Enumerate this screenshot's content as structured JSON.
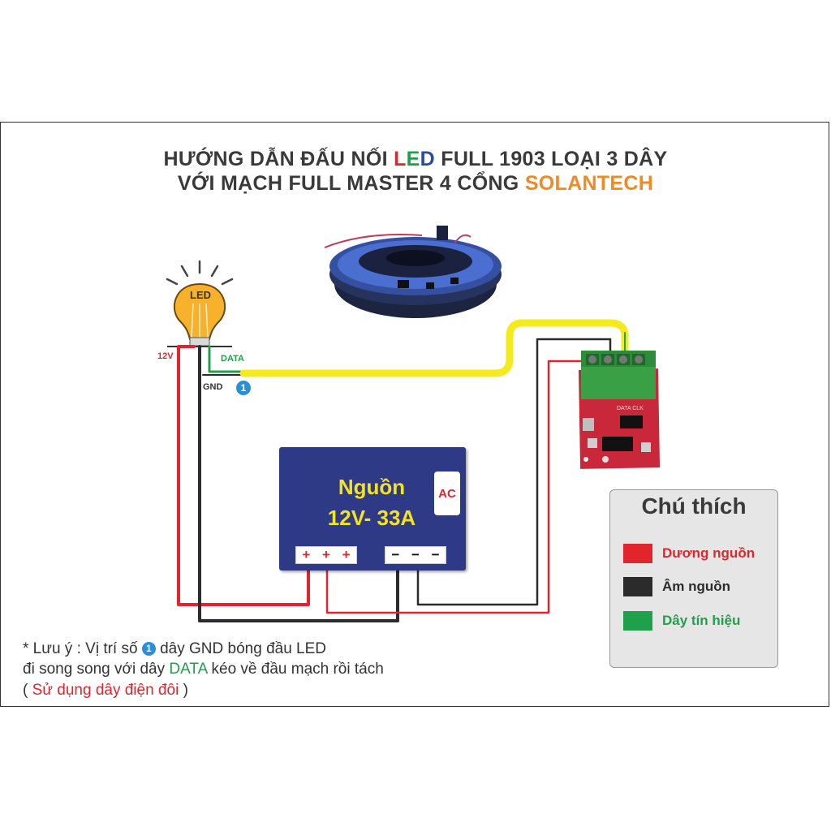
{
  "title": {
    "line1_pre": "HƯỚNG DẪN ĐẤU NỐI ",
    "led_l": "L",
    "led_e": "E",
    "led_d": "D",
    "line1_post": " FULL 1903 LOẠI 3 DÂY",
    "line2_pre": "VỚI MẠCH FULL MASTER 4 CỔNG ",
    "brand": "SOLANTECH"
  },
  "bulb": {
    "label": "LED"
  },
  "wire_labels": {
    "v12": "12V",
    "data": "DATA",
    "gnd": "GND",
    "marker": "1"
  },
  "psu": {
    "name": "Nguồn",
    "spec": "12V- 33A",
    "ac": "AC",
    "pos_terms": [
      "+",
      "+",
      "+"
    ],
    "neg_terms": [
      "−",
      "−",
      "−"
    ]
  },
  "legend": {
    "title": "Chú thích",
    "items": [
      {
        "label": "Dương nguồn",
        "color": "#e2252c"
      },
      {
        "label": "Âm nguồn",
        "color": "#2b2b2b"
      },
      {
        "label": "Dây tín hiệu",
        "color": "#1fa04a"
      }
    ]
  },
  "board": {
    "silk": "DATA CLK"
  },
  "note": {
    "line1_pre": "* Lưu ý : Vị trí số ",
    "marker": "1",
    "line1_post": " dây GND bóng đầu LED",
    "line2_pre": "đi song song với dây ",
    "line2_data": "DATA",
    "line2_post": " kéo về đầu mạch rồi tách",
    "line3_open": "( ",
    "line3_red": "Sử dụng dây điện đôi",
    "line3_close": " )"
  },
  "colors": {
    "red": "#e2252c",
    "black": "#2b2b2b",
    "green": "#1fa04a",
    "yellow": "#f5ea1e",
    "psu": "#2e3a86",
    "brand": "#f08a24",
    "led_blue": "#2a4ba3"
  }
}
